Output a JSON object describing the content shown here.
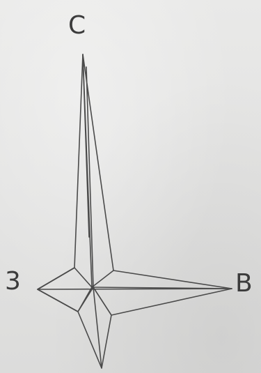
{
  "figure": {
    "labels": {
      "top": "C",
      "left": "3",
      "right": "B"
    },
    "colors": {
      "background": "#e4e4e3",
      "line": "#4a4a4a",
      "text": "#3b3b3b"
    }
  }
}
